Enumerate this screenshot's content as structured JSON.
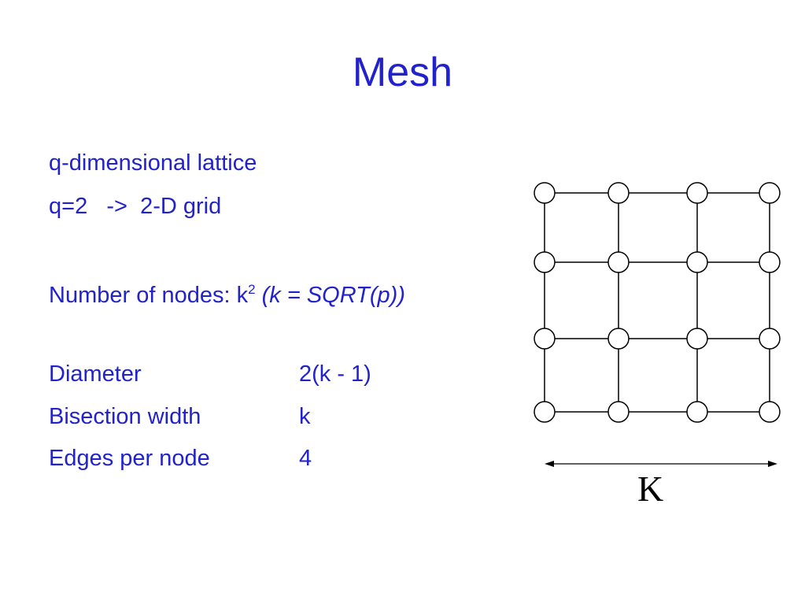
{
  "slide": {
    "title": "Mesh",
    "bullets": {
      "lattice": "q-dimensional lattice",
      "grid": "q=2   ->  2-D grid",
      "nodes_label": "Number of nodes: k",
      "nodes_sup": "2",
      "nodes_formula": "(k = SQRT(p))"
    },
    "properties": [
      {
        "label": "Diameter",
        "value": "2(k - 1)"
      },
      {
        "label": "Bisection width",
        "value": "k"
      },
      {
        "label": "Edges per node",
        "value": "4"
      }
    ]
  },
  "diagram": {
    "rows": 4,
    "cols": 4,
    "dimension_label": "K",
    "colors": {
      "text": "#2222cc",
      "diagram": "#000000"
    }
  }
}
